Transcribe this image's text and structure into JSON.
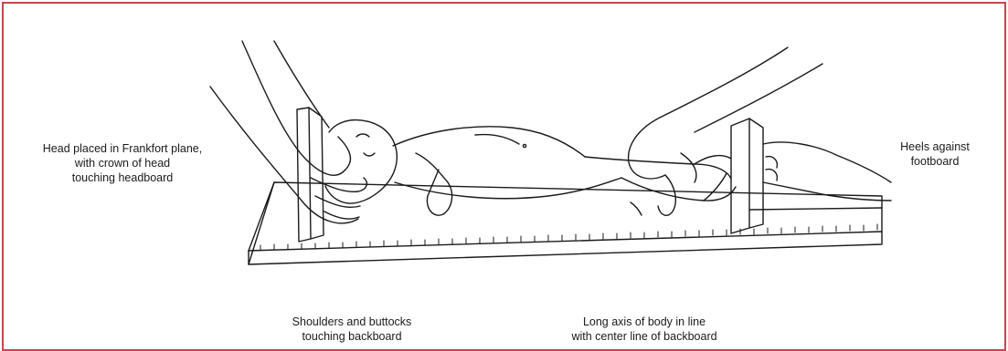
{
  "colors": {
    "frame_border": "#c8454f",
    "ink": "#1a1a1a"
  },
  "captions": {
    "head": [
      "Head placed in Frankfort plane,",
      "with crown of head",
      "touching headboard"
    ],
    "heels": [
      "Heels against",
      "footboard"
    ],
    "shoulders": [
      "Shoulders and buttocks",
      "touching backboard"
    ],
    "axis": [
      "Long axis of body in line",
      "with center line of backboard"
    ]
  },
  "icons": {
    "measuring-board": "line-drawing",
    "infant": "line-drawing",
    "hands": "line-drawing"
  }
}
